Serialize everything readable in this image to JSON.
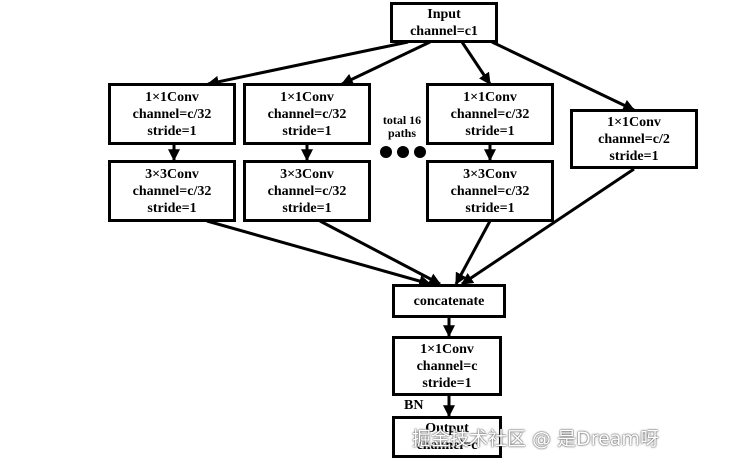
{
  "nodes": {
    "input": {
      "title": "Input",
      "line2": "channel=c1"
    },
    "p1_conv1": {
      "title": "1×1Conv",
      "line2": "channel=c/32",
      "line3": "stride=1"
    },
    "p2_conv1": {
      "title": "1×1Conv",
      "line2": "channel=c/32",
      "line3": "stride=1"
    },
    "p3_conv1": {
      "title": "1×1Conv",
      "line2": "channel=c/32",
      "line3": "stride=1"
    },
    "p4_conv1": {
      "title": "1×1Conv",
      "line2": "channel=c/2",
      "line3": "stride=1"
    },
    "p1_conv3": {
      "title": "3×3Conv",
      "line2": "channel=c/32",
      "line3": "stride=1"
    },
    "p2_conv3": {
      "title": "3×3Conv",
      "line2": "channel=c/32",
      "line3": "stride=1"
    },
    "p3_conv3": {
      "title": "3×3Conv",
      "line2": "channel=c/32",
      "line3": "stride=1"
    },
    "concat": {
      "title": "concatenate"
    },
    "final_conv": {
      "title": "1×1Conv",
      "line2": "channel=c",
      "line3": "stride=1"
    },
    "output": {
      "title": "Output",
      "line2": "channel=c"
    }
  },
  "annotations": {
    "paths_line1": "total 16",
    "paths_line2": "paths",
    "bn_label": "BN"
  },
  "watermark": "掘金技术社区 @ 是Dream呀"
}
